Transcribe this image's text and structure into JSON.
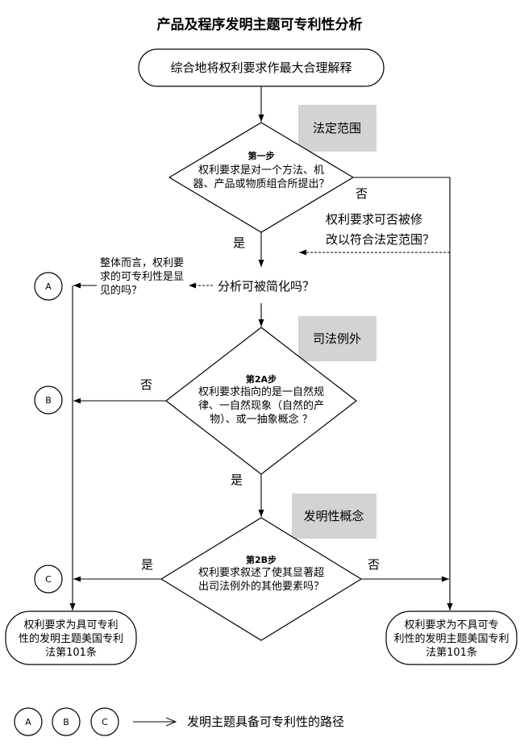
{
  "title": "产品及程序发明主题可专利性分析",
  "start_box": "综合地将权利要求作最大合理解释",
  "tags": {
    "statutory": "法定范围",
    "judicial": "司法例外",
    "inventive": "发明性概念"
  },
  "step1": {
    "title": "第一步",
    "line1": "权利要求是对一个方法、机",
    "line2": "器、产品或物质组合所提出？"
  },
  "step2a": {
    "title": "第2A步",
    "line1": "权利要求指向的是一自然规",
    "line2": "律、一自然现象（自然的产",
    "line3": "物）、或一抽象概念 ？"
  },
  "step2b": {
    "title": "第2B步",
    "line1": "权利要求叙述了使其显著超",
    "line2": "出司法例外的其他要素吗？"
  },
  "simplify_question": "分析可被简化吗？",
  "simplify_note": {
    "line1": "整体而言，权利要",
    "line2": "求的可专利性是显",
    "line3": "见的吗？"
  },
  "amend_question": {
    "line1": "权利要求可否被修",
    "line2": "改以符合法定范围？"
  },
  "labels": {
    "yes": "是",
    "no": "否"
  },
  "circles": {
    "a": "A",
    "b": "B",
    "c": "C"
  },
  "result_eligible": {
    "line1": "权利要求为具可专利",
    "line2": "性的发明主题美国专利",
    "line3": "法第101条"
  },
  "result_ineligible": {
    "line1": "权利要求为不具可专",
    "line2": "利性的发明主题美国专利",
    "line3": "法第101条"
  },
  "legend_text": "发明主题具备可专利性的路径"
}
